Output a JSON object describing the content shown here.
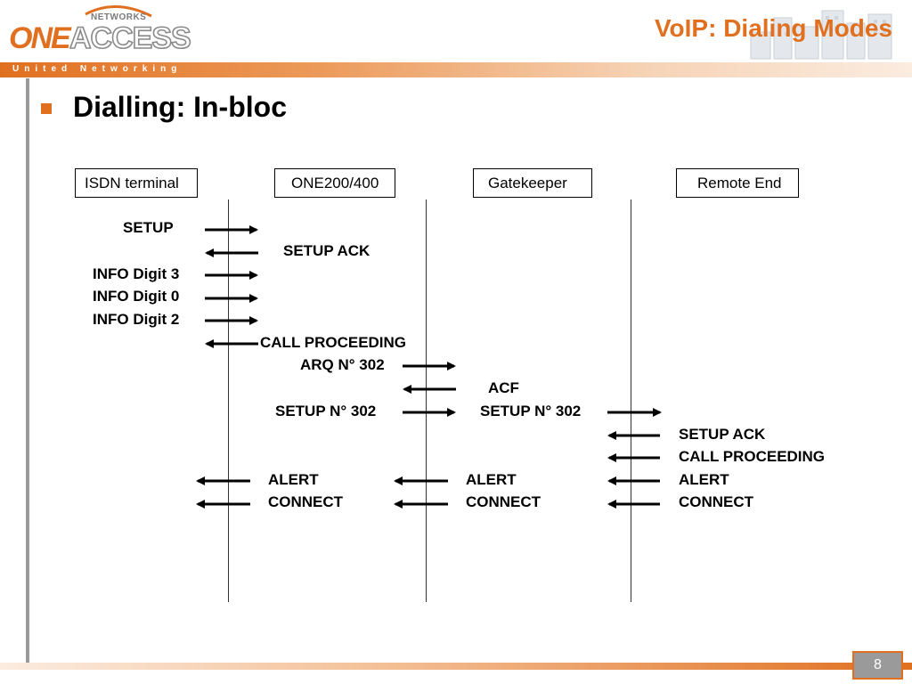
{
  "header": {
    "logo": {
      "networks": "NETWORKS",
      "one": "ONE",
      "access": "ACCESS"
    },
    "tagline": "United Networking",
    "title": "VoIP: Dialing Modes"
  },
  "slide": {
    "heading": "Dialling: In-bloc",
    "page_number": "8"
  },
  "colors": {
    "accent": "#e07020",
    "gray": "#9a9a9a"
  },
  "diagram": {
    "entities": [
      "ISDN terminal",
      "ONE200/400",
      "Gatekeeper",
      "Remote End"
    ],
    "messages": [
      "SETUP",
      "SETUP ACK",
      "INFO Digit 3",
      "INFO Digit 0",
      "INFO Digit 2",
      "CALL PROCEEDING",
      "ARQ N° 302",
      "ACF",
      "SETUP N° 302",
      "SETUP N° 302",
      "SETUP ACK",
      "CALL PROCEEDING",
      "ALERT",
      "CONNECT",
      "ALERT",
      "CONNECT",
      "ALERT",
      "CONNECT"
    ]
  }
}
